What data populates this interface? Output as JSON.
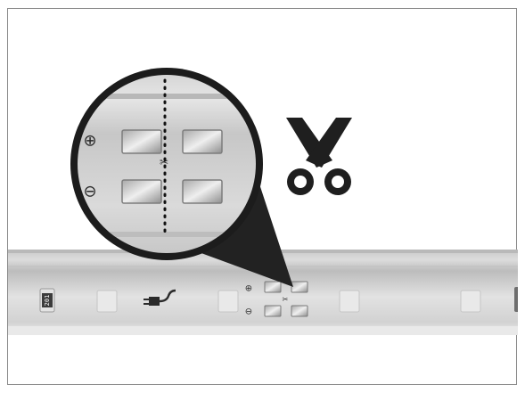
{
  "illustration": {
    "subject": "led-strip-cut-point",
    "resistor_marking": "201",
    "pad_symbol_positive": "⊕",
    "pad_symbol_negative": "⊖",
    "cut_mark_symbol": "✂",
    "icons": [
      "scissors-icon",
      "power-plug-icon",
      "magnifier-lens"
    ],
    "colors": {
      "strip_body": "#d6d6d6",
      "strip_edge": "#b5b5b5",
      "led": "#e7e7e7",
      "pad": "#8f8f8f",
      "scissors": "#222222",
      "lens_ring": "#1b1b1b"
    }
  }
}
